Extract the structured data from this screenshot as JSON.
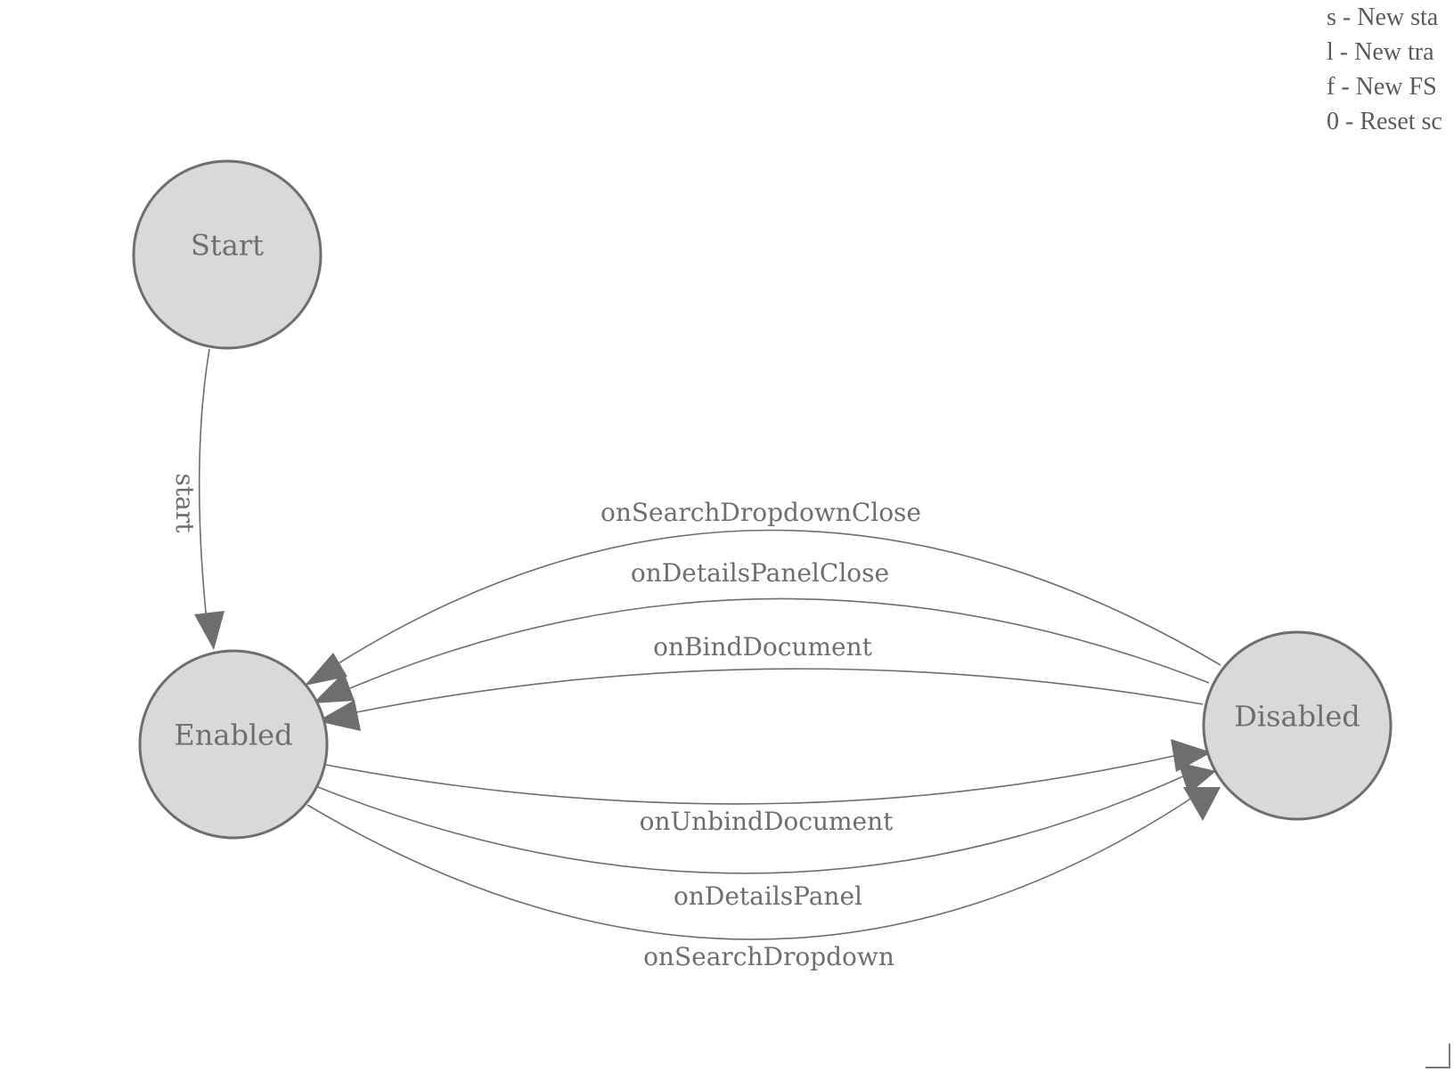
{
  "help": {
    "lines": [
      "s - New sta",
      "l - New tra",
      "f - New FS",
      "0 - Reset sc"
    ]
  },
  "states": {
    "start": "Start",
    "enabled": "Enabled",
    "disabled": "Disabled"
  },
  "transitions": {
    "start": "start",
    "onSearchDropdownClose": "onSearchDropdownClose",
    "onDetailsPanelClose": "onDetailsPanelClose",
    "onBindDocument": "onBindDocument",
    "onUnbindDocument": "onUnbindDocument",
    "onDetailsPanel": "onDetailsPanel",
    "onSearchDropdown": "onSearchDropdown"
  },
  "colors": {
    "node_fill": "#d9d9d9",
    "stroke": "#6e6e6e",
    "background": "#ffffff"
  }
}
